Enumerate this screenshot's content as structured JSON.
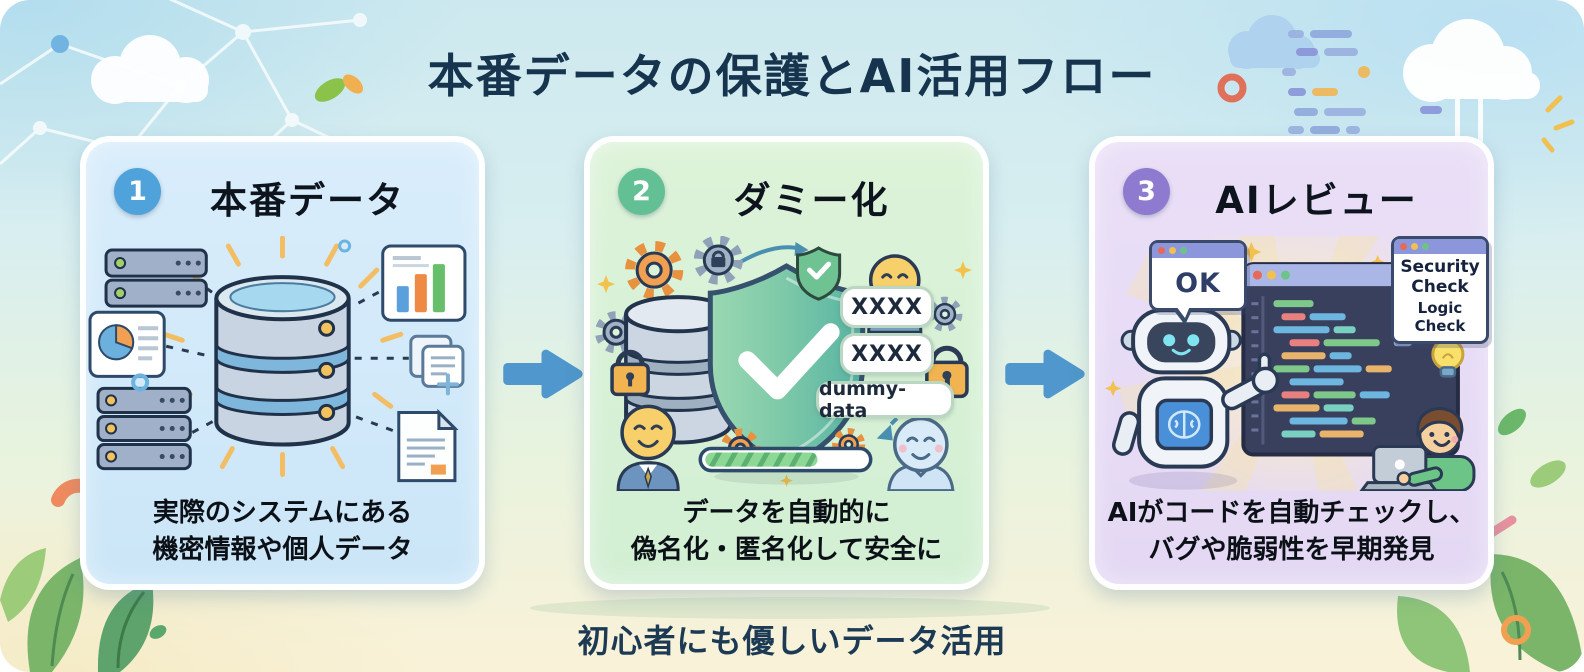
{
  "title": "本番データの保護とAI活用フロー",
  "footer": "初心者にも優しいデータ活用",
  "steps": [
    {
      "number": "1",
      "title": "本番データ",
      "caption_line1": "実際のシステムにある",
      "caption_line2": "機密情報や個人データ"
    },
    {
      "number": "2",
      "title": "ダミー化",
      "caption_line1": "データを自動的に",
      "caption_line2": "偽名化・匿名化して安全に",
      "labels": {
        "masked_field_1": "XXXX",
        "masked_field_2": "XXXX",
        "dummy_field": "dummy-data"
      }
    },
    {
      "number": "3",
      "title": "AIレビュー",
      "caption_line1": "AIがコードを自動チェックし、",
      "caption_line2": "バグや脆弱性を早期発見",
      "labels": {
        "ok_bubble": "OK",
        "security_check": "Security Check",
        "logic_check": "Logic Check"
      }
    }
  ],
  "colors": {
    "title_text": "#16344e",
    "panel1_bg": "#cfe8f9",
    "panel2_bg": "#d8f1d6",
    "panel3_bg": "#e8def6",
    "badge1": "#4fa3da",
    "badge2": "#63c094",
    "badge3": "#8e7ace",
    "arrow": "#4f97cc",
    "shield_green": "#5fb8a8",
    "accent_orange": "#f0a050",
    "accent_yellow": "#f2c14e"
  }
}
